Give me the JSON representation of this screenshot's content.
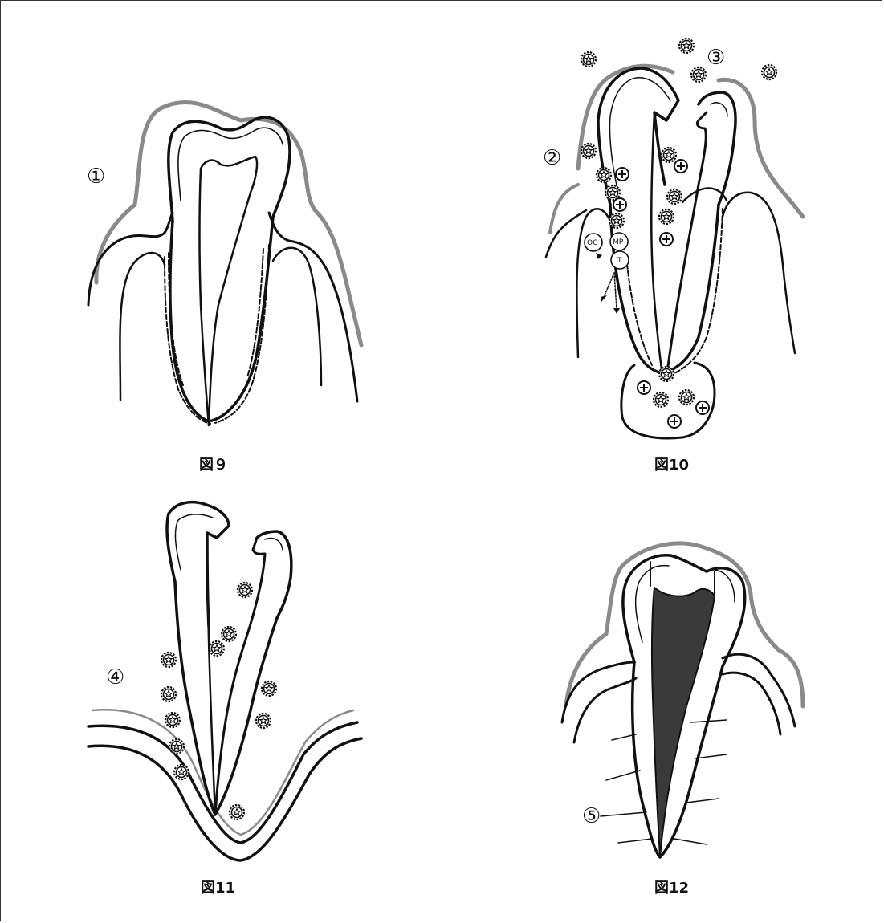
{
  "figures": [
    {
      "caption": "図９",
      "markers": [
        "①"
      ]
    },
    {
      "caption": "図10",
      "markers": [
        "②",
        "③"
      ],
      "cell_labels": [
        "OC",
        "MP",
        "T"
      ]
    },
    {
      "caption": "図11",
      "markers": [
        "④"
      ]
    },
    {
      "caption": "図12",
      "markers": [
        "⑤"
      ]
    }
  ],
  "colors": {
    "line": "#111111",
    "gum": "#8a8a8a",
    "pulp_dark": "#3a3a3a"
  }
}
